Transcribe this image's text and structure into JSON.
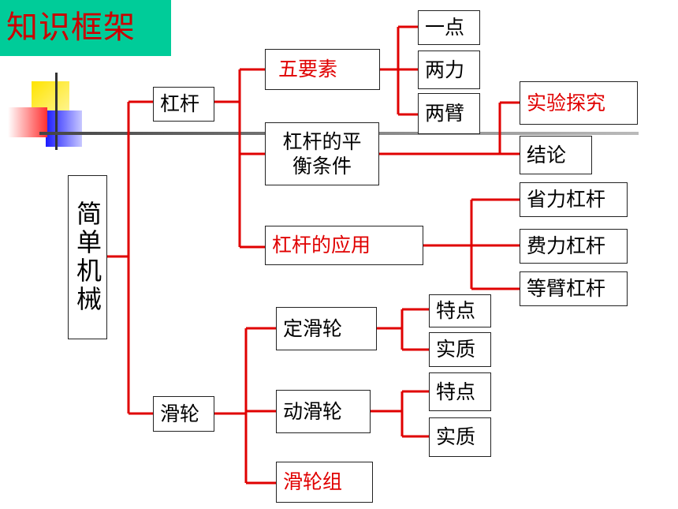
{
  "title": "知识框架",
  "colors": {
    "title_bg": "#00cc99",
    "title_text": "#cc0000",
    "line": "#e00000",
    "highlight_text": "#e00000"
  },
  "nodes": {
    "root": "简单机械",
    "lever": "杠杆",
    "five_elements": "五要素",
    "one_point": "一点",
    "two_forces": "两力",
    "two_arms": "两臂",
    "balance_line1": "杠杆的平",
    "balance_line2": "衡条件",
    "experiment": "实验探究",
    "conclusion": "结论",
    "lever_application": "杠杆的应用",
    "labor_saving": "省力杠杆",
    "labor_costing": "费力杠杆",
    "equal_arm": "等臂杠杆",
    "pulley": "滑轮",
    "fixed_pulley": "定滑轮",
    "fixed_feature": "特点",
    "fixed_essence": "实质",
    "movable_pulley": "动滑轮",
    "movable_feature": "特点",
    "movable_essence": "实质",
    "pulley_block": "滑轮组"
  }
}
